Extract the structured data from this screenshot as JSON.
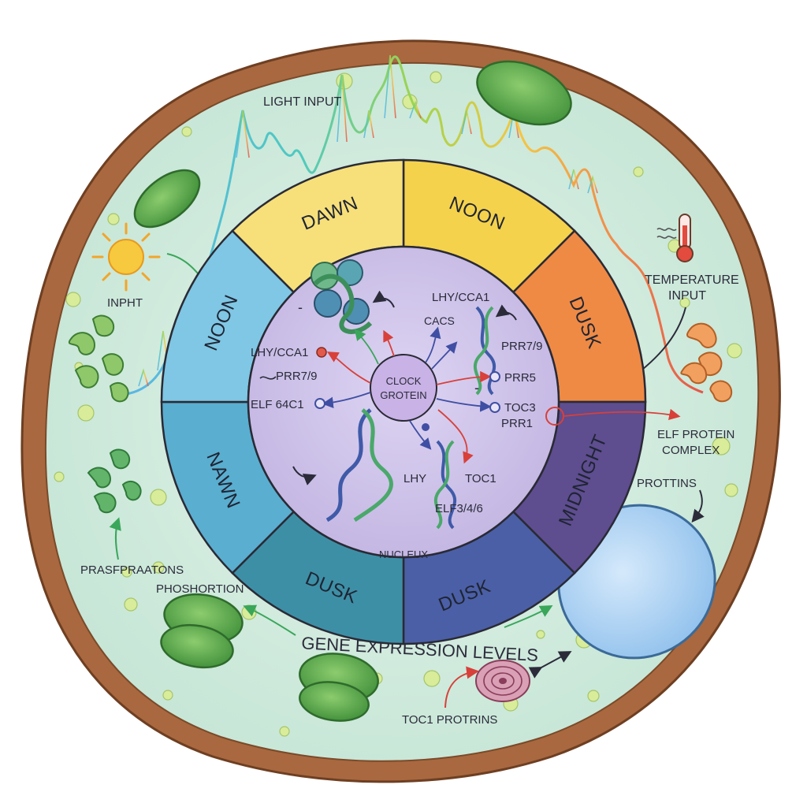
{
  "labels": {
    "light_input": "LIGHT INPUT",
    "inpht": "INPHT",
    "temperature": "TEMPERATURE",
    "input": "INPUT",
    "elf_protein": "ELF PROTEIN",
    "complex": "COMPLEX",
    "prottins": "PROTTINS",
    "prasfpraatons": "PRASFPRAATONS",
    "phosphortion": "PHOSHORTION",
    "gene_expression": "GENE EXPRESSION LEVELS",
    "toc1_protrins": "TOC1 PROTRINS",
    "nucleux": "NUCLEUX"
  },
  "ring_segments": [
    "DAWN",
    "NOON",
    "DUSK",
    "MIDNIGHT",
    "DUSK",
    "DUSK",
    "NAWN",
    "NOON"
  ],
  "colors": {
    "dawn": "#f7e07a",
    "noon": "#f5d24c",
    "dusk_orange": "#ef8a45",
    "midnight": "#5e4d8f",
    "dusk_navy": "#4b5fa6",
    "dusk_teal": "#3d8fa6",
    "nawn": "#5aaed0",
    "noon_left": "#7fc7e4",
    "nucleus": "#cfc3ea",
    "cytoplasm": "#cfe9dd",
    "cell_wall": "#a9683f"
  },
  "hub": {
    "line1": "CLOCK",
    "line2": "GROTEIN"
  },
  "nucleus_labels": {
    "lhy_cca1_top": "LHY/CCA1",
    "cacs": "CACS",
    "prr79_right": "PRR7/9",
    "lhy_cca1_left": "LHY/CCA1",
    "prr79_left": "PRR7/9",
    "elf_left": "ELF 64C1",
    "prr5": "PRR5",
    "toc3": "TOC3",
    "prr1": "PRR1",
    "lhy": "LHY",
    "toc1": "TOC1",
    "elf346": "ELF3/4/6",
    "minus_top": "-",
    "minus_right": "-"
  }
}
